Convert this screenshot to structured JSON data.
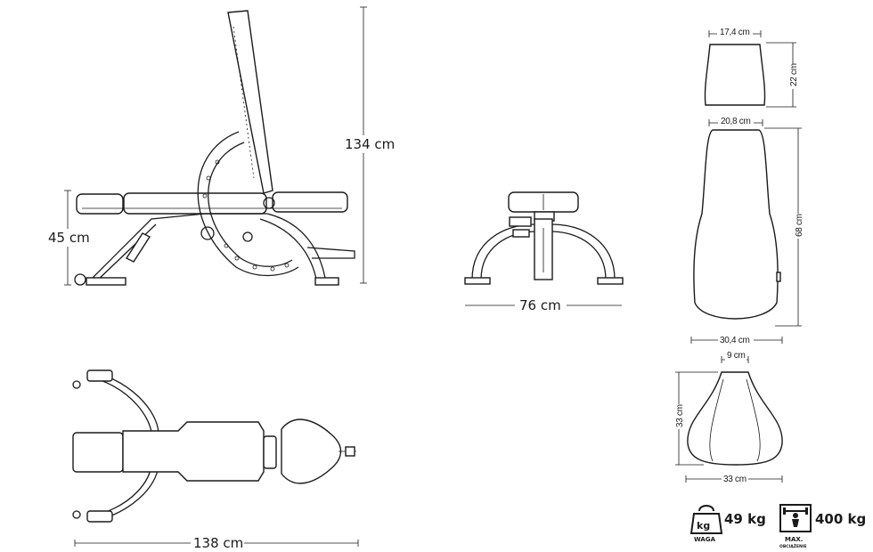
{
  "dimensions": {
    "side_height": "134 cm",
    "seat_height": "45 cm",
    "front_width": "76 cm",
    "top_length": "138 cm",
    "headrest_width": "17,4 cm",
    "headrest_length": "22 cm",
    "backrest_width": "20,8 cm",
    "backrest_length": "68 cm",
    "backrest_bottom_width": "30,4 cm",
    "seat_front_width": "9 cm",
    "seat_length": "33 cm",
    "seat_width": "33 cm"
  },
  "specs": {
    "weight_icon_label": "kg",
    "weight_value": "49 kg",
    "weight_caption": "WAGA",
    "load_value": "400 kg",
    "load_caption": "MAX.",
    "load_caption_sub": "OBCIĄŻENIE"
  },
  "icons": {
    "weight": "kettlebell-weight-icon",
    "load": "weightlifter-max-load-icon"
  }
}
